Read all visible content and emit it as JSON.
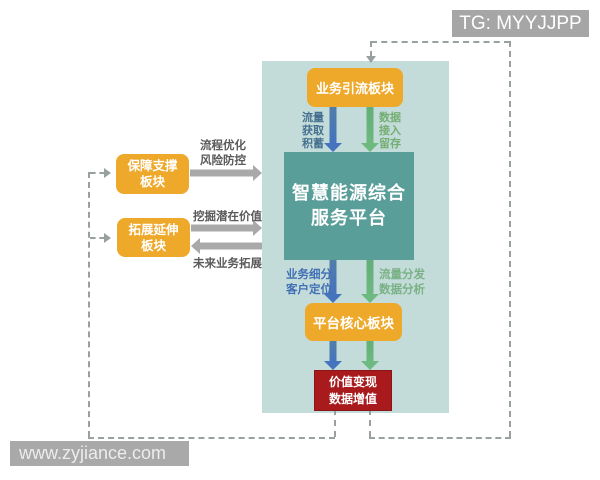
{
  "watermarks": {
    "top_right": "TG: MYYJJPP",
    "bottom_left": "www.zyjiance.com"
  },
  "diagram": {
    "boxes": {
      "intake": "业务引流板块",
      "platform_line1": "智慧能源综合",
      "platform_line2": "服务平台",
      "core": "平台核心板块",
      "value_line1": "价值变现",
      "value_line2": "数据增值",
      "support_line1": "保障支撑",
      "support_line2": "板块",
      "extend_line1": "拓展延伸",
      "extend_line2": "板块"
    },
    "flow_labels": {
      "traffic": [
        "流量",
        "获取",
        "积蓄"
      ],
      "data": [
        "数据",
        "接入",
        "留存"
      ],
      "segment": [
        "业务细分",
        "客户定位"
      ],
      "dispatch": [
        "流量分发",
        "数据分析"
      ],
      "process": [
        "流程优化",
        "风险防控"
      ],
      "mining": "挖掘潜在价值",
      "future": "未来业务拓展"
    },
    "colors": {
      "panel_bg": "#c3dcda",
      "platform_box": "#5a9e99",
      "orange_box": "#eea82a",
      "red_box": "#a81a1c",
      "blue_arrow": "#4673bd",
      "green_arrow": "#6db97f",
      "gray_arrow": "#a9a9a9",
      "dashed_line": "#98a0a0",
      "blue_label": "#46708f",
      "green_label": "#74ad72",
      "gray_label": "#5a5a5a"
    }
  }
}
